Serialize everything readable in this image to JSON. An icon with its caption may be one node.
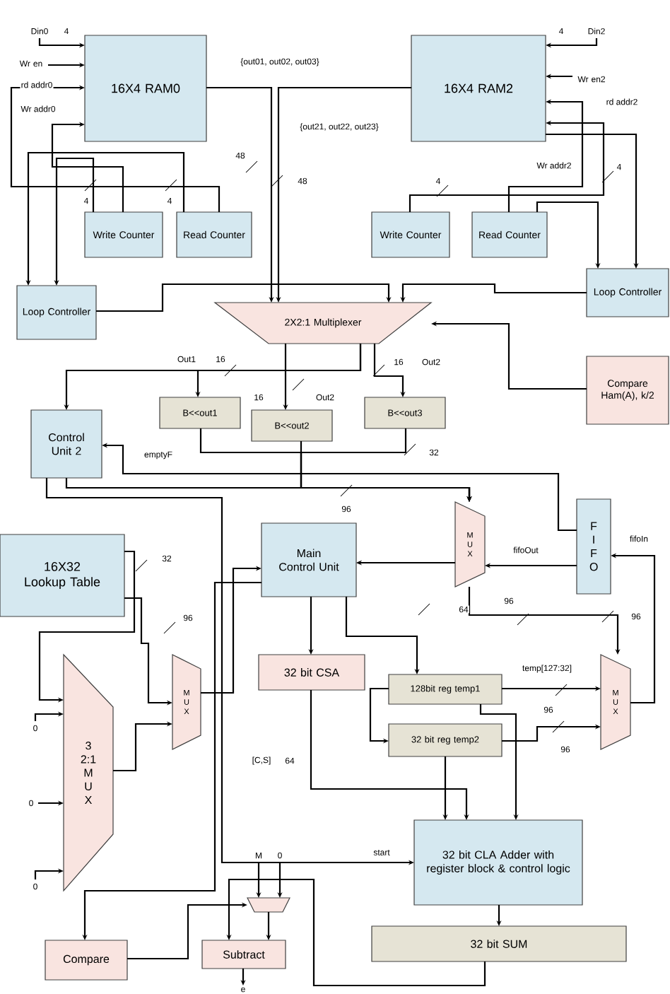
{
  "diagram": {
    "nodes": [
      {
        "text": [
          "16X4 RAM0"
        ]
      },
      {
        "text": [
          "16X4 RAM2"
        ]
      },
      {
        "text": [
          "Write Counter"
        ]
      },
      {
        "text": [
          "Read Counter"
        ]
      },
      {
        "text": [
          "Write Counter"
        ]
      },
      {
        "text": [
          "Read Counter"
        ]
      },
      {
        "text": [
          "Loop Controller"
        ]
      },
      {
        "text": [
          "Loop Controller"
        ]
      },
      {
        "text": [
          "2X2:1 Multiplexer"
        ]
      },
      {
        "text": [
          "Compare Ham(A), k/2"
        ]
      },
      {
        "text": [
          "Control Unit 2"
        ]
      },
      {
        "text": [
          "B<<out1"
        ]
      },
      {
        "text": [
          "B<<out2"
        ]
      },
      {
        "text": [
          "B<<out3"
        ]
      },
      {
        "text": [
          "M U X"
        ]
      },
      {
        "text": [
          "F I F O"
        ]
      },
      {
        "text": [
          "16X32 Lookup Table"
        ]
      },
      {
        "text": [
          "Main Control Unit"
        ]
      },
      {
        "text": [
          "M U X"
        ]
      },
      {
        "text": [
          "3 2:1 M U X"
        ]
      },
      {
        "text": [
          "32 bit CSA"
        ]
      },
      {
        "text": [
          "128bit reg temp1"
        ]
      },
      {
        "text": [
          "32 bit reg temp2"
        ]
      },
      {
        "text": [
          "M U X"
        ]
      },
      {
        "text": [
          "32 bit CLA Adder with register block & control logic"
        ]
      },
      {
        "text": [
          "32 bit SUM"
        ]
      },
      {
        "text": [
          "Compare"
        ]
      },
      {
        "text": [],
        "shape": "trapezoid"
      },
      {
        "text": [
          "Subtract"
        ]
      },
      {
        "text": [
          "Din0"
        ]
      },
      {
        "text": [
          "Wr en"
        ]
      },
      {
        "text": [
          "Din2"
        ]
      },
      {
        "text": [
          "Wr en2"
        ]
      },
      {
        "text": [
          "0"
        ]
      },
      {
        "text": [
          "0"
        ]
      },
      {
        "text": [
          "0"
        ]
      },
      {
        "text": [
          "M"
        ]
      },
      {
        "text": [
          "0"
        ]
      },
      {
        "text": [
          "e"
        ]
      }
    ],
    "edges": [
      {
        "from": 0,
        "to": 8,
        "arrow": "to"
      },
      {
        "from": 1,
        "to": 8,
        "arrow": "to"
      },
      {
        "from": 2,
        "to": 0,
        "arrow": "to"
      },
      {
        "from": 3,
        "to": 0,
        "arrow": "to"
      },
      {
        "from": 2,
        "to": 6,
        "arrow": "to"
      },
      {
        "from": 3,
        "to": 6,
        "arrow": "to"
      },
      {
        "from": 6,
        "to": 8,
        "arrow": "to"
      },
      {
        "from": 4,
        "to": 1,
        "arrow": "to"
      },
      {
        "from": 5,
        "to": 1,
        "arrow": "to"
      },
      {
        "from": 5,
        "to": 7,
        "arrow": "to"
      },
      {
        "from": 1,
        "to": 7,
        "arrow": "to"
      },
      {
        "from": 7,
        "to": 8,
        "arrow": "to"
      },
      {
        "from": 9,
        "to": 8,
        "arrow": "to"
      },
      {
        "from": 8,
        "to": 11,
        "arrow": "to"
      },
      {
        "from": 8,
        "to": 12,
        "arrow": "to"
      },
      {
        "from": 8,
        "to": 13,
        "arrow": "to"
      },
      {
        "from": 8,
        "to": 10,
        "arrow": "to"
      },
      {
        "from": 11,
        "to": 14,
        "arrow": "to"
      },
      {
        "from": 12,
        "to": 14,
        "arrow": "to"
      },
      {
        "from": 13,
        "to": 14,
        "arrow": "to"
      },
      {
        "from": 10,
        "to": 14,
        "arrow": "to"
      },
      {
        "from": 15,
        "to": 10,
        "label": "emptyF",
        "arrow": "to"
      },
      {
        "from": 14,
        "to": 17,
        "arrow": "to"
      },
      {
        "from": 15,
        "to": 14,
        "label": "fifoOut",
        "arrow": "to"
      },
      {
        "from": 23,
        "to": 15,
        "label": "fifoIn",
        "arrow": "to"
      },
      {
        "from": 10,
        "to": 24,
        "label": "start",
        "arrow": "to"
      },
      {
        "from": 16,
        "to": 19,
        "arrow": "to"
      },
      {
        "from": 16,
        "to": 18,
        "arrow": "to"
      },
      {
        "from": 19,
        "to": 18,
        "arrow": "to"
      },
      {
        "from": 17,
        "to": 26,
        "arrow": "to"
      },
      {
        "from": 18,
        "to": 17,
        "arrow": "to"
      },
      {
        "from": 17,
        "to": 20,
        "arrow": "to"
      },
      {
        "from": 20,
        "to": 24,
        "arrow": "to"
      },
      {
        "from": 17,
        "to": 21,
        "arrow": "to"
      },
      {
        "from": 21,
        "to": 23,
        "label": "temp[127:32]",
        "arrow": "to"
      },
      {
        "from": 22,
        "to": 23,
        "arrow": "to"
      },
      {
        "from": 21,
        "to": 22,
        "arrow": "to"
      },
      {
        "from": 21,
        "to": 24,
        "arrow": "to"
      },
      {
        "from": 22,
        "to": 24,
        "arrow": "to"
      },
      {
        "from": 14,
        "to": 23,
        "arrow": "to"
      },
      {
        "from": 33,
        "to": 19,
        "arrow": "to"
      },
      {
        "from": 34,
        "to": 19,
        "arrow": "to"
      },
      {
        "from": 35,
        "to": 19,
        "arrow": "to"
      },
      {
        "from": 26,
        "to": 27,
        "arrow": "to"
      },
      {
        "from": 36,
        "to": 27,
        "arrow": "to"
      },
      {
        "from": 37,
        "to": 27,
        "arrow": "to"
      },
      {
        "from": 27,
        "to": 28,
        "arrow": "to"
      },
      {
        "from": 25,
        "to": 28,
        "arrow": "to"
      },
      {
        "from": 28,
        "to": 38,
        "arrow": "to"
      },
      {
        "from": 24,
        "to": 25,
        "arrow": "to"
      },
      {
        "from": 29,
        "to": 0,
        "arrow": "to"
      },
      {
        "from": 30,
        "to": 0,
        "arrow": "to"
      },
      {
        "from": 31,
        "to": 1,
        "arrow": "to"
      },
      {
        "from": 32,
        "to": 1,
        "arrow": "to"
      }
    ],
    "labels": [
      "4",
      "rd addr0",
      "Wr addr0",
      "{out01, out02, out03}",
      "4",
      "rd addr2",
      "{out21, out22, out23}",
      "48",
      "Wr addr2",
      "4",
      "48",
      "4",
      "4",
      "4",
      "Out1",
      "16",
      "16",
      "Out2",
      "16",
      "Out2",
      "32",
      "96",
      "32",
      "96",
      "64",
      "96",
      "96",
      "96",
      "96",
      "[C,S]",
      "64"
    ]
  }
}
